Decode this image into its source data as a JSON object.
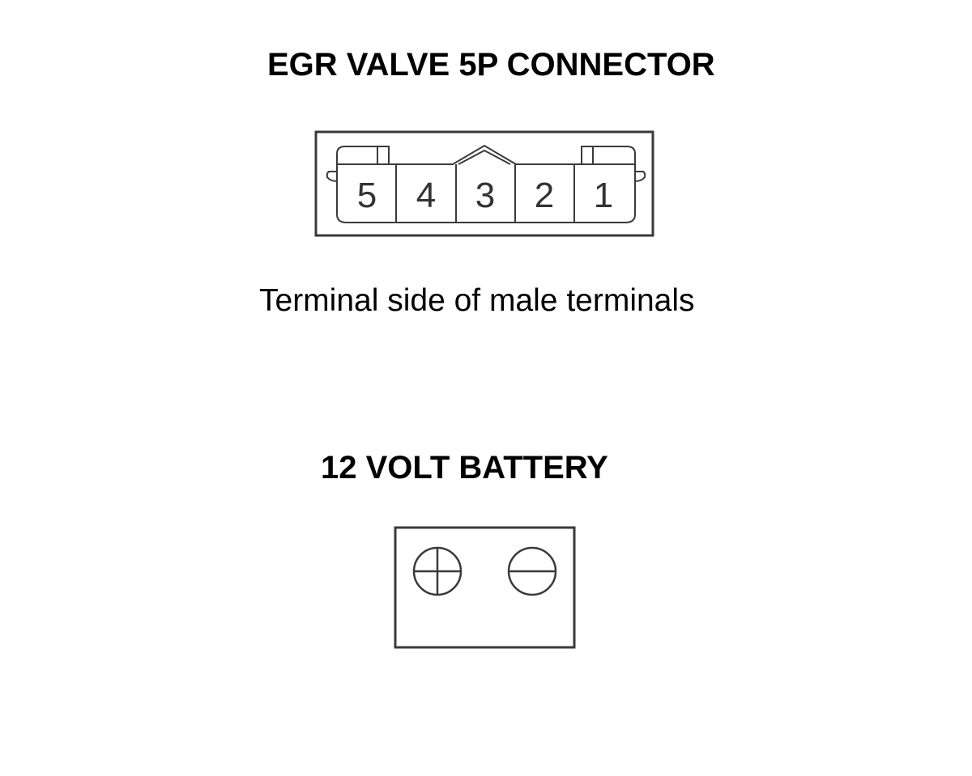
{
  "connector": {
    "title": "EGR VALVE 5P CONNECTOR",
    "caption": "Terminal side of male terminals",
    "pins": [
      "5",
      "4",
      "3",
      "2",
      "1"
    ]
  },
  "battery": {
    "title": "12 VOLT BATTERY",
    "positive_terminal_icon": "plus-circle-icon",
    "negative_terminal_icon": "minus-circle-icon"
  },
  "colors": {
    "line": "#3a3a3a",
    "background": "#ffffff"
  }
}
